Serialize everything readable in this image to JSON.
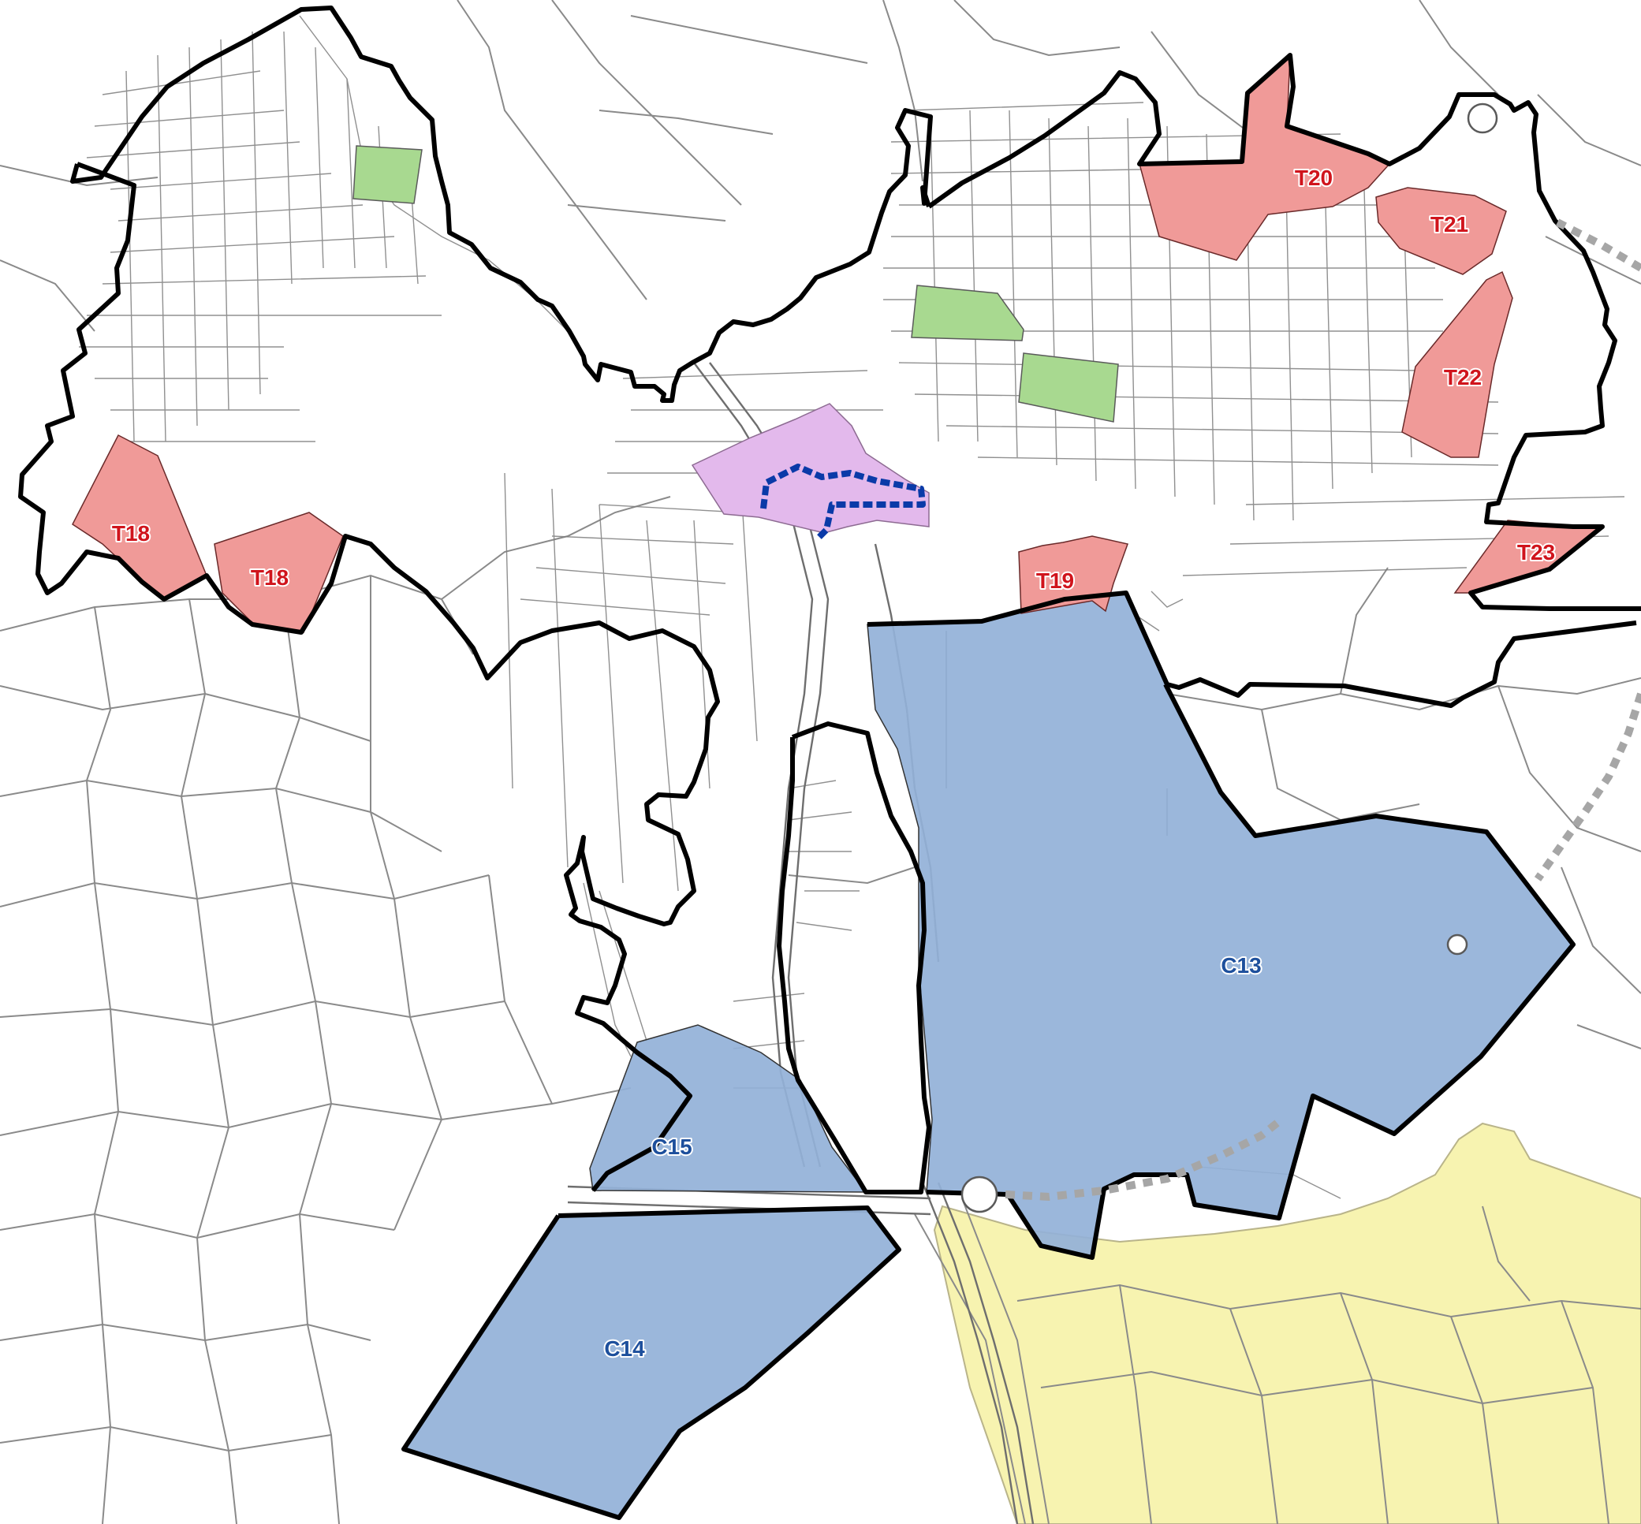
{
  "colors": {
    "background": "#ffffff",
    "linework": "#8a8a8a",
    "boundary": "#000000",
    "housing_site_fill": "#f09a98",
    "housing_label": "#d0141c",
    "employment_site_fill": "#93b1d8",
    "employment_label": "#1d4f9c",
    "open_space_fill": "#a8d990",
    "town_centre_fill": "#e3b9ec",
    "primary_frontage": "#0a3aa8",
    "countryside_fill": "#f7f3b0",
    "route_dotted": "#a6a6a6"
  },
  "housing_sites": [
    {
      "id": "t18a",
      "label": "T18"
    },
    {
      "id": "t18b",
      "label": "T18"
    },
    {
      "id": "t19",
      "label": "T19"
    },
    {
      "id": "t20",
      "label": "T20"
    },
    {
      "id": "t21",
      "label": "T21"
    },
    {
      "id": "t22",
      "label": "T22"
    },
    {
      "id": "t23",
      "label": "T23"
    }
  ],
  "employment_sites": [
    {
      "id": "c13",
      "label": "C13"
    },
    {
      "id": "c14",
      "label": "C14"
    },
    {
      "id": "c15",
      "label": "C15"
    }
  ]
}
